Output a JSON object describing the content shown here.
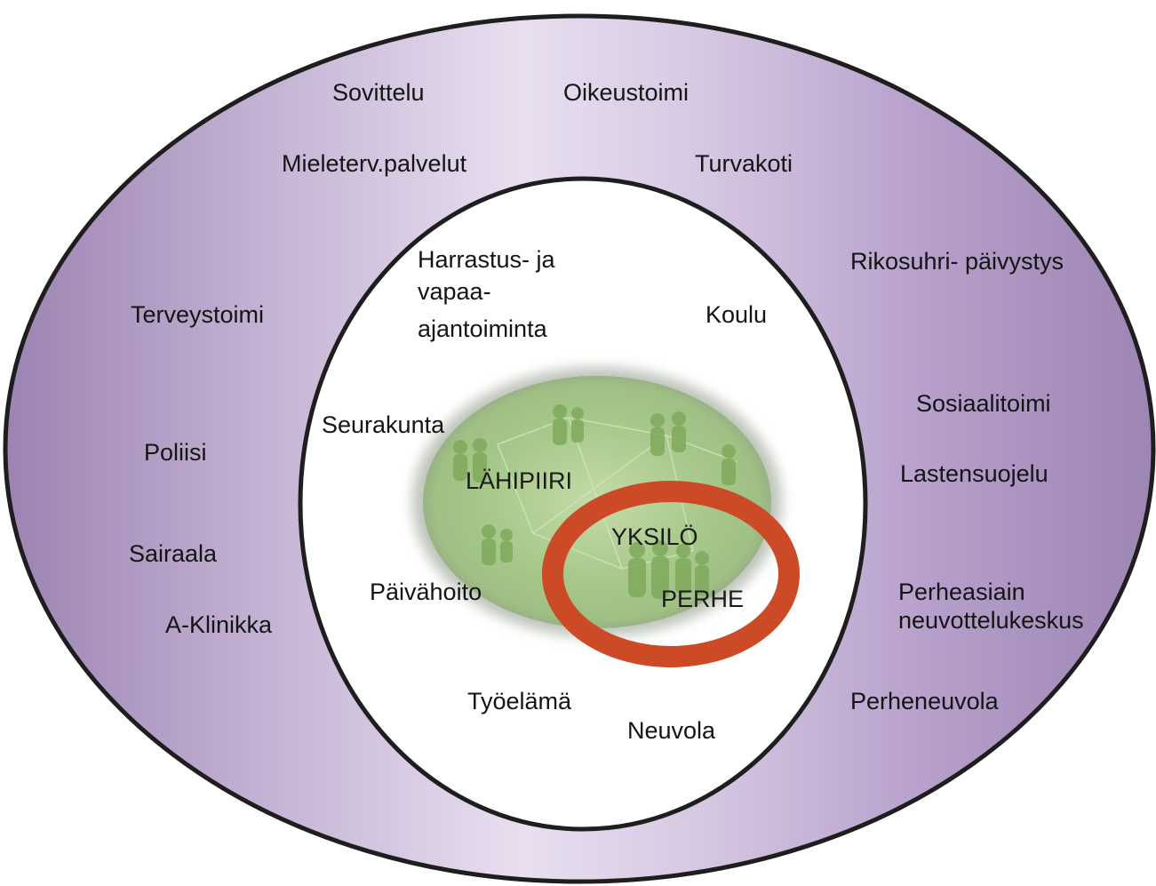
{
  "outer_ring": {
    "labels": {
      "sovittelu": "Sovittelu",
      "oikeustoimi": "Oikeustoimi",
      "mielenterveys": "Mieleterv.palvelut",
      "turvakoti": "Turvakoti",
      "rikosuhri": "Rikosuhri- päivystys",
      "terveystoimi": "Terveystoimi",
      "sosiaalitoimi": "Sosiaalitoimi",
      "poliisi": "Poliisi",
      "lastensuojelu": "Lastensuojelu",
      "sairaala": "Sairaala",
      "perheasiain": "Perheasiain neuvottelukeskus",
      "a_klinikka": "A-Klinikka",
      "perheneuvola": "Perheneuvola"
    }
  },
  "middle_ring": {
    "labels": {
      "harrastus_line1": "Harrastus- ja",
      "harrastus_line2": "vapaa-",
      "harrastus_line3": "ajantoiminta",
      "koulu": "Koulu",
      "seurakunta": "Seurakunta",
      "paivahoito": "Päivähoito",
      "tyoelama": "Työelämä",
      "neuvola": "Neuvola"
    }
  },
  "core": {
    "lahipiiri": "LÄHIPIIRI",
    "yksilo": "YKSILÖ",
    "perhe": "PERHE"
  },
  "colors": {
    "outer_fill_light": "#ece4f1",
    "outer_fill_dark": "#9e86b4",
    "inner_fill": "#ffffff",
    "green_fill": "#a9c98c",
    "green_edge": "#8e9a86",
    "red_ring": "#cc4a25",
    "outline": "#1a1a1a"
  }
}
